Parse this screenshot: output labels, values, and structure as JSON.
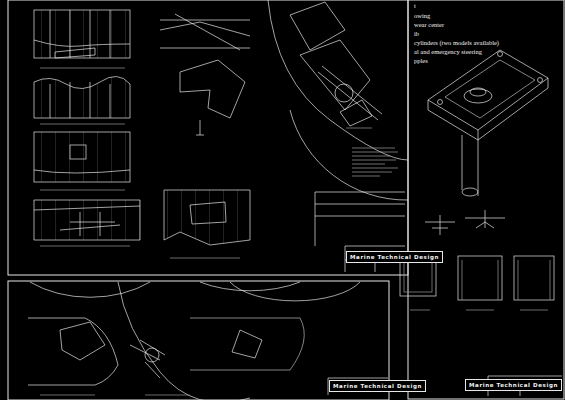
{
  "diagram": {
    "nodes": [
      {
        "text": [
          "Marine Technical Design"
        ]
      },
      {
        "text": [
          "Marine Technical Design"
        ]
      },
      {
        "text": [
          "Marine Technical Design"
        ]
      }
    ],
    "labels": [
      "t",
      "owing",
      "wear center",
      "ib",
      "cylinders (two models available)",
      "al and emergency steering",
      "pples"
    ]
  }
}
